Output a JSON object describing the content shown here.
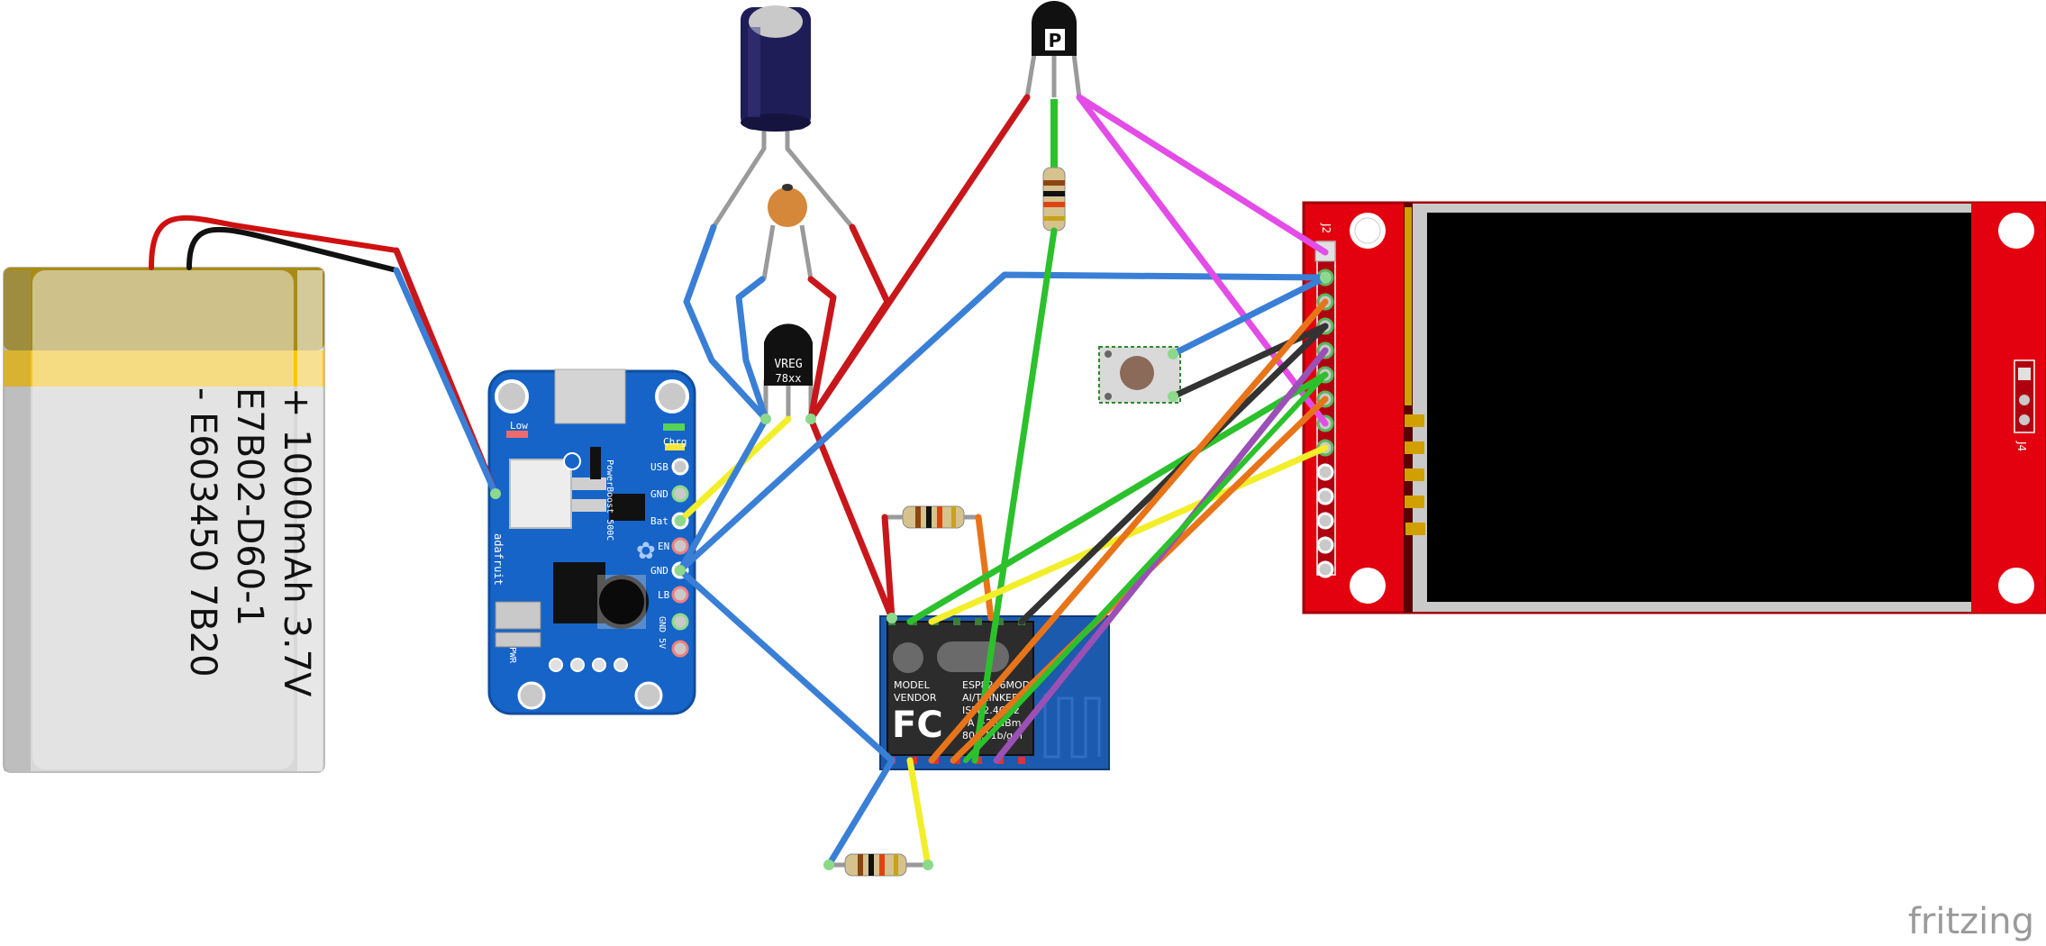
{
  "battery": {
    "line1": "- E603450 7B20",
    "line2": "E7B02-D60-1",
    "line3": "+ 1000mAh 3.7V"
  },
  "powerboost": {
    "label_low": "Low",
    "label_chrg": "Chrg",
    "label_usb": "USB",
    "label_gnd": "GND",
    "label_bat": "Bat",
    "label_en": "EN",
    "label_gnd2": "GND",
    "label_lb": "LB",
    "label_gnd5v": "GND 5V",
    "label_pwr": "PWR",
    "label_brand": "adafruit",
    "label_model": "PowerBoost 500C"
  },
  "vreg": {
    "line1": "VREG",
    "line2": "78xx"
  },
  "transistor": {
    "label": "P"
  },
  "esp": {
    "model": "MODEL",
    "vendor": "VENDOR",
    "fc": "FC",
    "spec1": "ESP8266MOD",
    "spec2": "AI/THINKER",
    "spec3": "ISM 2.4GHz",
    "spec4": "PA +25dBm",
    "spec5": "802.11b/g/n"
  },
  "display": {
    "j2": "J2",
    "j4": "J4"
  },
  "watermark": "fritzing",
  "colors": {
    "wire_blue": "#3a7fd6",
    "wire_red": "#c8171b",
    "wire_green": "#2cc12c",
    "wire_yellow": "#f2ee2a",
    "wire_orange": "#e8741a",
    "wire_magenta": "#e34ce6",
    "wire_purple": "#9b50b5",
    "wire_black": "#333333",
    "pcb_red": "#e3000f",
    "pcb_blue": "#1664c8",
    "esp_blue": "#1c5aad"
  }
}
